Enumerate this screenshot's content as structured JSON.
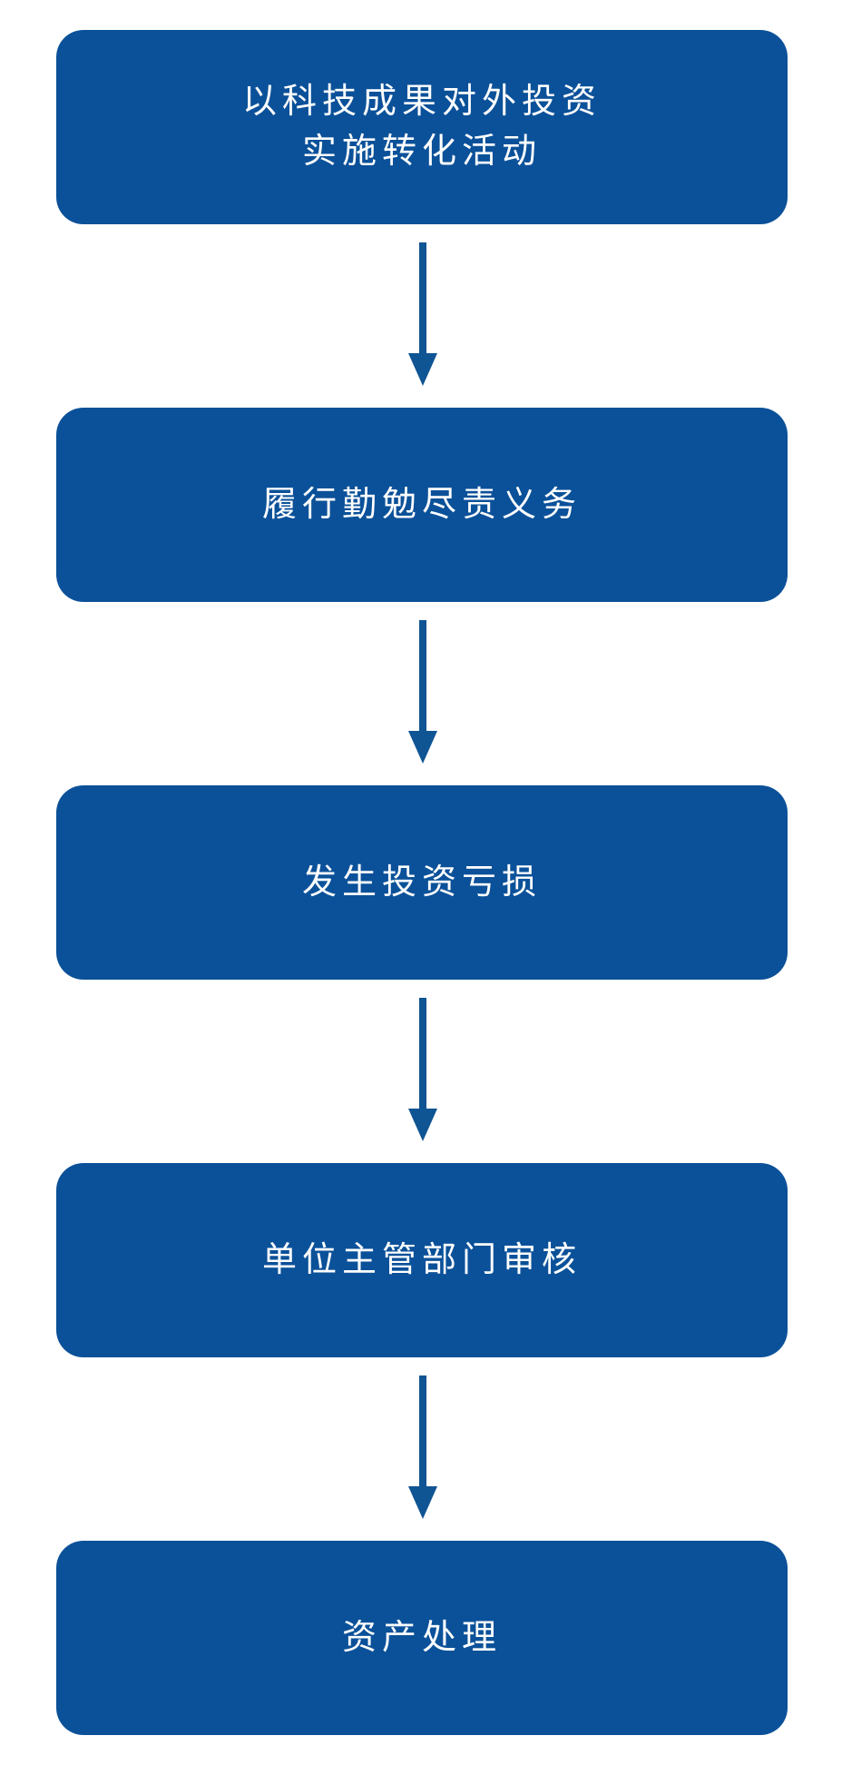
{
  "diagram": {
    "type": "flowchart",
    "direction": "top-down",
    "colors": {
      "background": "#ffffff",
      "node_fill": "#0b5199",
      "node_text": "#ffffff",
      "arrow": "#0f5493"
    },
    "nodes": [
      {
        "label": "以科技成果对外投资实施转化活动",
        "lines": [
          "以科技成果对外投资",
          "实施转化活动"
        ]
      },
      {
        "label": "履行勤勉尽责义务",
        "lines": [
          "履行勤勉尽责义务"
        ]
      },
      {
        "label": "发生投资亏损",
        "lines": [
          "发生投资亏损"
        ]
      },
      {
        "label": "单位主管部门审核",
        "lines": [
          "单位主管部门审核"
        ]
      },
      {
        "label": "资产处理",
        "lines": [
          "资产处理"
        ]
      }
    ],
    "edges": [
      {
        "from": 0,
        "to": 1
      },
      {
        "from": 1,
        "to": 2
      },
      {
        "from": 2,
        "to": 3
      },
      {
        "from": 3,
        "to": 4
      }
    ]
  }
}
